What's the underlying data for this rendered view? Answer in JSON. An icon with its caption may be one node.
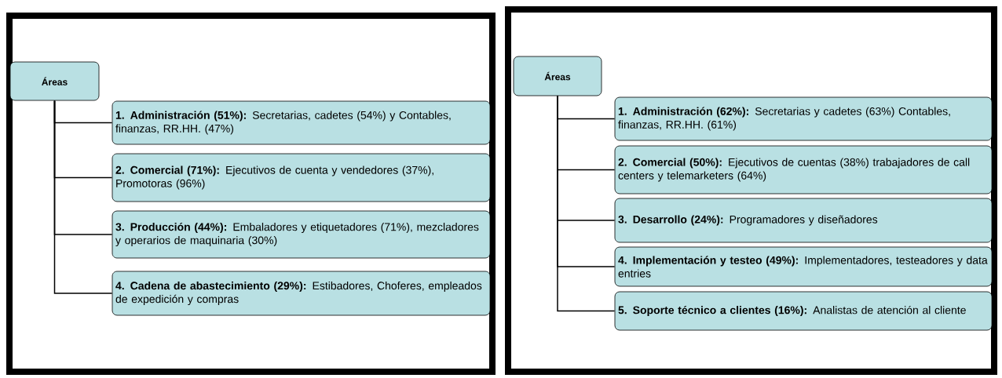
{
  "diagram": {
    "nodes": [
      {
        "text": [],
        "shape": "box"
      },
      {
        "text": [
          "Áreas"
        ],
        "in": 0
      },
      {
        "text": [
          "**1.  Administración (51%):** Secretarias, cadetes (54%) y Contables, finanzas, RR.HH. (47%)"
        ],
        "in": 0
      },
      {
        "text": [
          "**2. Comercial (71%):** Ejecutivos de cuenta y vendedores (37%),  Promotoras (96%)"
        ],
        "in": 0
      },
      {
        "text": [
          "**3. Producción (44%):** Embaladores y etiquetadores (71%), mezcladores y operarios de maquinaria (30%)"
        ],
        "in": 0
      },
      {
        "text": [
          "**4. Cadena de abastecimiento (29%):** Estibadores, Choferes, empleados de expedición y compras"
        ],
        "in": 0
      },
      {
        "text": [],
        "shape": "box"
      },
      {
        "text": [
          "Áreas"
        ],
        "in": 6
      },
      {
        "text": [
          "**1.  Administración (62%):** Secretarias y cadetes (63%) Contables, finanzas, RR.HH. (61%)"
        ],
        "in": 6
      },
      {
        "text": [
          "**2. Comercial (50%):** Ejecutivos de cuentas (38%) trabajadores de call centers y telemarketers (64%)"
        ],
        "in": 6
      },
      {
        "text": [
          "**3. Desarrollo (24%):** Programadores y diseñadores"
        ],
        "in": 6
      },
      {
        "text": [
          "**4.  Implementación y testeo (49%):** Implementadores, testeadores y data entries"
        ],
        "in": 6
      },
      {
        "text": [
          "**5. Soporte técnico a clientes (16%):** Analistas de atención al cliente"
        ],
        "in": 6
      }
    ],
    "edges": [
      {
        "from": 1,
        "to": 2,
        "arrow": "none"
      },
      {
        "from": 1,
        "to": 3,
        "arrow": "none"
      },
      {
        "from": 1,
        "to": 4,
        "arrow": "none"
      },
      {
        "from": 1,
        "to": 5,
        "arrow": "none"
      },
      {
        "from": 7,
        "to": 8,
        "arrow": "none"
      },
      {
        "from": 7,
        "to": 9,
        "arrow": "none"
      },
      {
        "from": 7,
        "to": 10,
        "arrow": "none"
      },
      {
        "from": 7,
        "to": 11,
        "arrow": "none"
      },
      {
        "from": 7,
        "to": 12,
        "arrow": "none"
      }
    ]
  }
}
